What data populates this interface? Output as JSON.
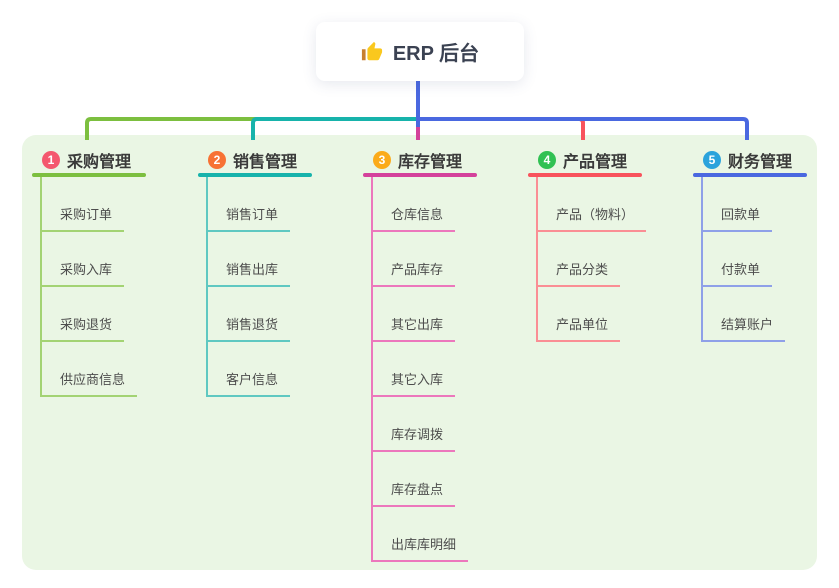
{
  "root_node": {
    "title": "ERP 后台",
    "icon": "thumbs-up",
    "drop_line_color": "#4a68e0"
  },
  "panel": {
    "bg_color": "#eaf6e4"
  },
  "branches": [
    {
      "num": "1",
      "label": "采购管理",
      "badge_color": "#f4586e",
      "line_color": "#7cbf3f",
      "sub_line_color": "#a3d373",
      "items": [
        "采购订单",
        "采购入库",
        "采购退货",
        "供应商信息"
      ]
    },
    {
      "num": "2",
      "label": "销售管理",
      "badge_color": "#f77234",
      "line_color": "#17b3ab",
      "sub_line_color": "#5fc8c1",
      "items": [
        "销售订单",
        "销售出库",
        "销售退货",
        "客户信息"
      ]
    },
    {
      "num": "3",
      "label": "库存管理",
      "badge_color": "#fbab1a",
      "line_color": "#d4419b",
      "sub_line_color": "#ec77bc",
      "items": [
        "仓库信息",
        "产品库存",
        "其它出库",
        "其它入库",
        "库存调拨",
        "库存盘点",
        "出库库明细"
      ]
    },
    {
      "num": "4",
      "label": "产品管理",
      "badge_color": "#31c153",
      "line_color": "#f8535c",
      "sub_line_color": "#fa8e94",
      "items": [
        "产品（物料）",
        "产品分类",
        "产品单位"
      ]
    },
    {
      "num": "5",
      "label": "财务管理",
      "badge_color": "#2ba3dc",
      "line_color": "#4a68e0",
      "sub_line_color": "#8fa0e8",
      "items": [
        "回款单",
        "付款单",
        "结算账户"
      ]
    }
  ]
}
